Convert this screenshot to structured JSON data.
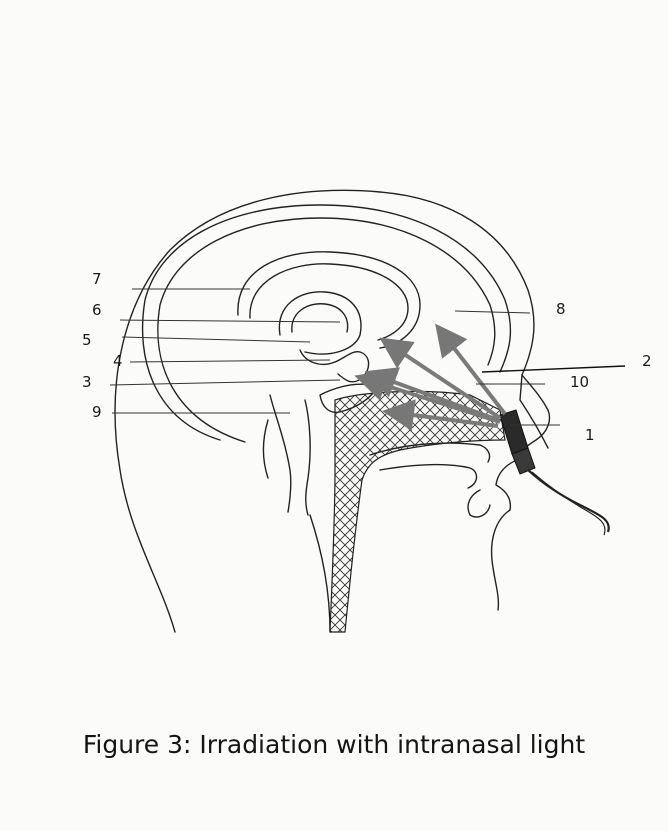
{
  "figure": {
    "caption": "Figure 3: Irradiation with intranasal light",
    "labels": {
      "l1": "1",
      "l2": "2",
      "l3": "3",
      "l4": "4",
      "l5": "5",
      "l6": "6",
      "l7": "7",
      "l8": "8",
      "l9": "9",
      "l10": "10"
    }
  }
}
